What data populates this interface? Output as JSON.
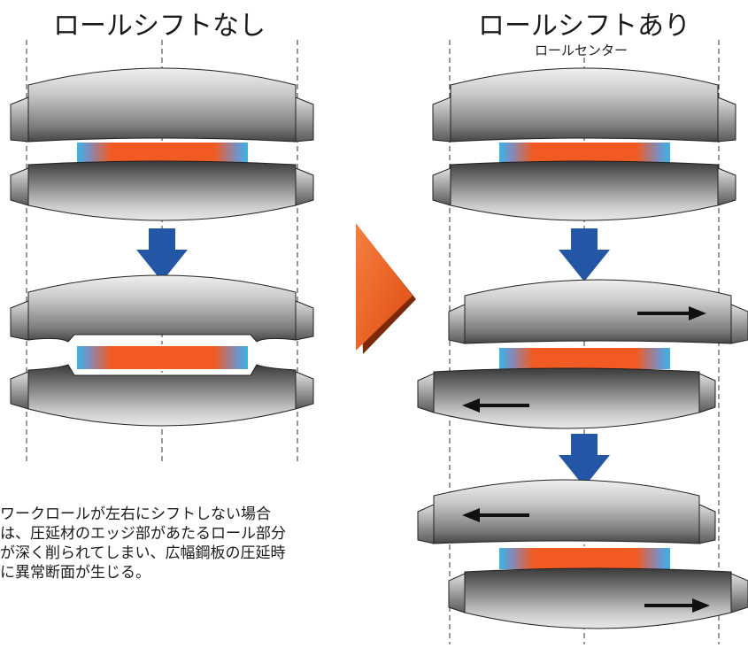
{
  "left_panel": {
    "title": "ロールシフトなし"
  },
  "right_panel": {
    "title": "ロールシフトあり",
    "center_label": "ロールセンター"
  },
  "note": {
    "lines": [
      "ワークロールが左右にシフトしない場合",
      "は、圧延材のエッジ部があたるロール部分",
      "が深く削られてしまい、広幅鋼板の圧延時",
      "に異常断面が生じる。"
    ]
  },
  "colors": {
    "roll_light": "#d6d6d6",
    "roll_dark": "#3a3a3a",
    "slab_core": "#f15a22",
    "slab_edge": "#33b7e6",
    "flow_arrow": "#2456a6",
    "transition_arrow": "#f05a22",
    "shift_arrow": "#111111"
  }
}
